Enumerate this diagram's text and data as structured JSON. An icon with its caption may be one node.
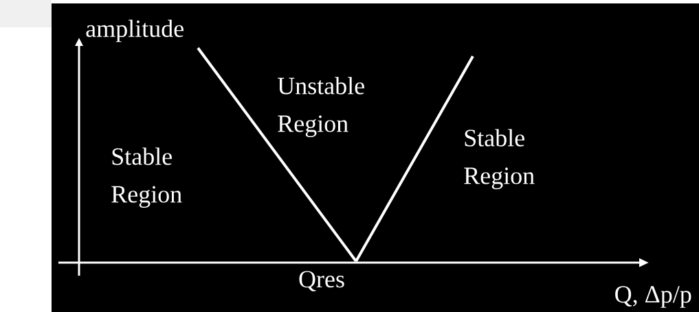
{
  "diagram": {
    "labels": [
      "amplitude",
      "Unstable Region",
      "Stable Region",
      "Stable Region",
      "Qres",
      "Q, Δp/p"
    ]
  }
}
